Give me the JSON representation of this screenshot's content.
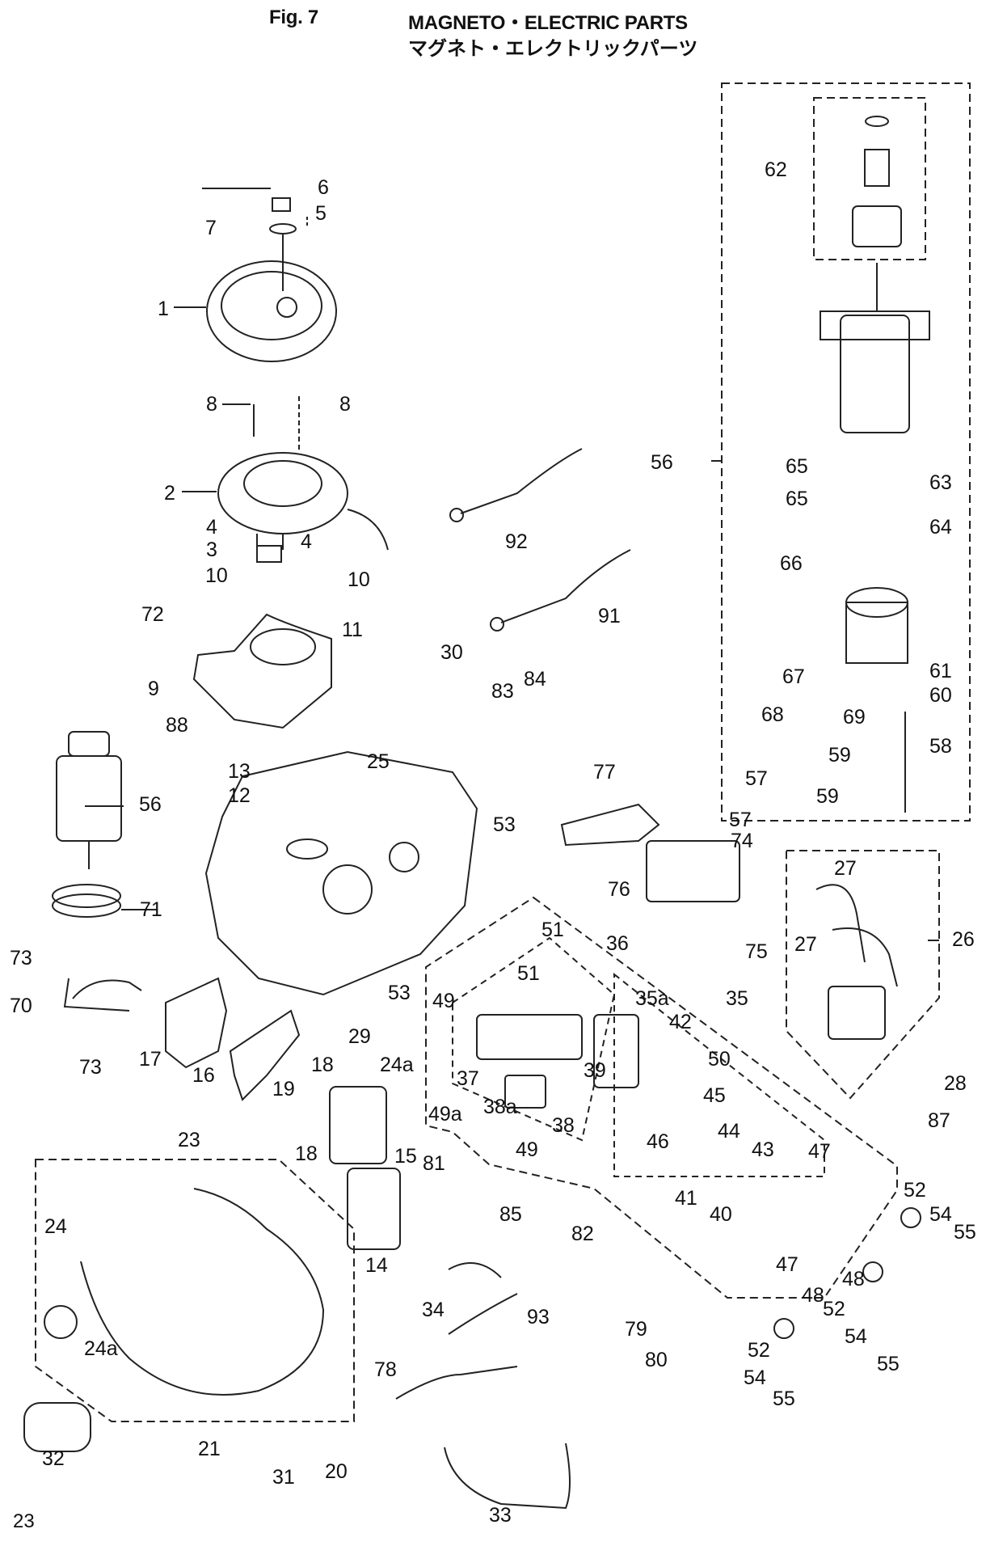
{
  "header": {
    "fig_label": "Fig. 7",
    "title_en": "MAGNETO・ELECTRIC PARTS",
    "title_jp": "マグネト・エレクトリックパーツ"
  },
  "page_number": "23",
  "parts": [
    {
      "id": "p-1",
      "label": "1"
    },
    {
      "id": "p-2",
      "label": "2"
    },
    {
      "id": "p-3",
      "label": "3"
    },
    {
      "id": "p-4a",
      "label": "4"
    },
    {
      "id": "p-4b",
      "label": "4"
    },
    {
      "id": "p-5",
      "label": "5"
    },
    {
      "id": "p-6",
      "label": "6"
    },
    {
      "id": "p-7",
      "label": "7"
    },
    {
      "id": "p-8a",
      "label": "8"
    },
    {
      "id": "p-8b",
      "label": "8"
    },
    {
      "id": "p-9",
      "label": "9"
    },
    {
      "id": "p-10a",
      "label": "10"
    },
    {
      "id": "p-10b",
      "label": "10"
    },
    {
      "id": "p-11",
      "label": "11"
    },
    {
      "id": "p-12",
      "label": "12"
    },
    {
      "id": "p-13",
      "label": "13"
    },
    {
      "id": "p-14",
      "label": "14"
    },
    {
      "id": "p-15",
      "label": "15"
    },
    {
      "id": "p-16",
      "label": "16"
    },
    {
      "id": "p-17",
      "label": "17"
    },
    {
      "id": "p-18a",
      "label": "18"
    },
    {
      "id": "p-18b",
      "label": "18"
    },
    {
      "id": "p-19",
      "label": "19"
    },
    {
      "id": "p-20",
      "label": "20"
    },
    {
      "id": "p-21",
      "label": "21"
    },
    {
      "id": "p-23",
      "label": "23"
    },
    {
      "id": "p-24",
      "label": "24"
    },
    {
      "id": "p-24a1",
      "label": "24a"
    },
    {
      "id": "p-24a2",
      "label": "24a"
    },
    {
      "id": "p-25",
      "label": "25"
    },
    {
      "id": "p-26",
      "label": "26"
    },
    {
      "id": "p-27a",
      "label": "27"
    },
    {
      "id": "p-27b",
      "label": "27"
    },
    {
      "id": "p-28",
      "label": "28"
    },
    {
      "id": "p-29",
      "label": "29"
    },
    {
      "id": "p-30",
      "label": "30"
    },
    {
      "id": "p-31",
      "label": "31"
    },
    {
      "id": "p-32",
      "label": "32"
    },
    {
      "id": "p-33",
      "label": "33"
    },
    {
      "id": "p-34",
      "label": "34"
    },
    {
      "id": "p-35",
      "label": "35"
    },
    {
      "id": "p-35a",
      "label": "35a"
    },
    {
      "id": "p-36",
      "label": "36"
    },
    {
      "id": "p-37",
      "label": "37"
    },
    {
      "id": "p-38",
      "label": "38"
    },
    {
      "id": "p-38a",
      "label": "38a"
    },
    {
      "id": "p-39",
      "label": "39"
    },
    {
      "id": "p-40",
      "label": "40"
    },
    {
      "id": "p-41",
      "label": "41"
    },
    {
      "id": "p-42",
      "label": "42"
    },
    {
      "id": "p-43",
      "label": "43"
    },
    {
      "id": "p-44",
      "label": "44"
    },
    {
      "id": "p-45",
      "label": "45"
    },
    {
      "id": "p-46",
      "label": "46"
    },
    {
      "id": "p-47a",
      "label": "47"
    },
    {
      "id": "p-47b",
      "label": "47"
    },
    {
      "id": "p-48a",
      "label": "48"
    },
    {
      "id": "p-48b",
      "label": "48"
    },
    {
      "id": "p-49a",
      "label": "49"
    },
    {
      "id": "p-49b",
      "label": "49"
    },
    {
      "id": "p-49ax",
      "label": "49a"
    },
    {
      "id": "p-50",
      "label": "50"
    },
    {
      "id": "p-51a",
      "label": "51"
    },
    {
      "id": "p-51b",
      "label": "51"
    },
    {
      "id": "p-52a",
      "label": "52"
    },
    {
      "id": "p-52b",
      "label": "52"
    },
    {
      "id": "p-52c",
      "label": "52"
    },
    {
      "id": "p-53a",
      "label": "53"
    },
    {
      "id": "p-53b",
      "label": "53"
    },
    {
      "id": "p-54a",
      "label": "54"
    },
    {
      "id": "p-54b",
      "label": "54"
    },
    {
      "id": "p-54c",
      "label": "54"
    },
    {
      "id": "p-55a",
      "label": "55"
    },
    {
      "id": "p-55b",
      "label": "55"
    },
    {
      "id": "p-55c",
      "label": "55"
    },
    {
      "id": "p-56a",
      "label": "56"
    },
    {
      "id": "p-56b",
      "label": "56"
    },
    {
      "id": "p-57a",
      "label": "57"
    },
    {
      "id": "p-57b",
      "label": "57"
    },
    {
      "id": "p-58",
      "label": "58"
    },
    {
      "id": "p-59a",
      "label": "59"
    },
    {
      "id": "p-59b",
      "label": "59"
    },
    {
      "id": "p-60",
      "label": "60"
    },
    {
      "id": "p-61",
      "label": "61"
    },
    {
      "id": "p-62",
      "label": "62"
    },
    {
      "id": "p-63",
      "label": "63"
    },
    {
      "id": "p-64",
      "label": "64"
    },
    {
      "id": "p-65a",
      "label": "65"
    },
    {
      "id": "p-65b",
      "label": "65"
    },
    {
      "id": "p-66",
      "label": "66"
    },
    {
      "id": "p-67",
      "label": "67"
    },
    {
      "id": "p-68",
      "label": "68"
    },
    {
      "id": "p-69",
      "label": "69"
    },
    {
      "id": "p-70",
      "label": "70"
    },
    {
      "id": "p-71",
      "label": "71"
    },
    {
      "id": "p-72",
      "label": "72"
    },
    {
      "id": "p-73a",
      "label": "73"
    },
    {
      "id": "p-73b",
      "label": "73"
    },
    {
      "id": "p-74",
      "label": "74"
    },
    {
      "id": "p-75",
      "label": "75"
    },
    {
      "id": "p-76",
      "label": "76"
    },
    {
      "id": "p-77",
      "label": "77"
    },
    {
      "id": "p-78",
      "label": "78"
    },
    {
      "id": "p-79",
      "label": "79"
    },
    {
      "id": "p-80",
      "label": "80"
    },
    {
      "id": "p-81",
      "label": "81"
    },
    {
      "id": "p-82",
      "label": "82"
    },
    {
      "id": "p-83",
      "label": "83"
    },
    {
      "id": "p-84",
      "label": "84"
    },
    {
      "id": "p-85",
      "label": "85"
    },
    {
      "id": "p-87",
      "label": "87"
    },
    {
      "id": "p-88",
      "label": "88"
    },
    {
      "id": "p-91",
      "label": "91"
    },
    {
      "id": "p-92",
      "label": "92"
    },
    {
      "id": "p-93",
      "label": "93"
    }
  ]
}
